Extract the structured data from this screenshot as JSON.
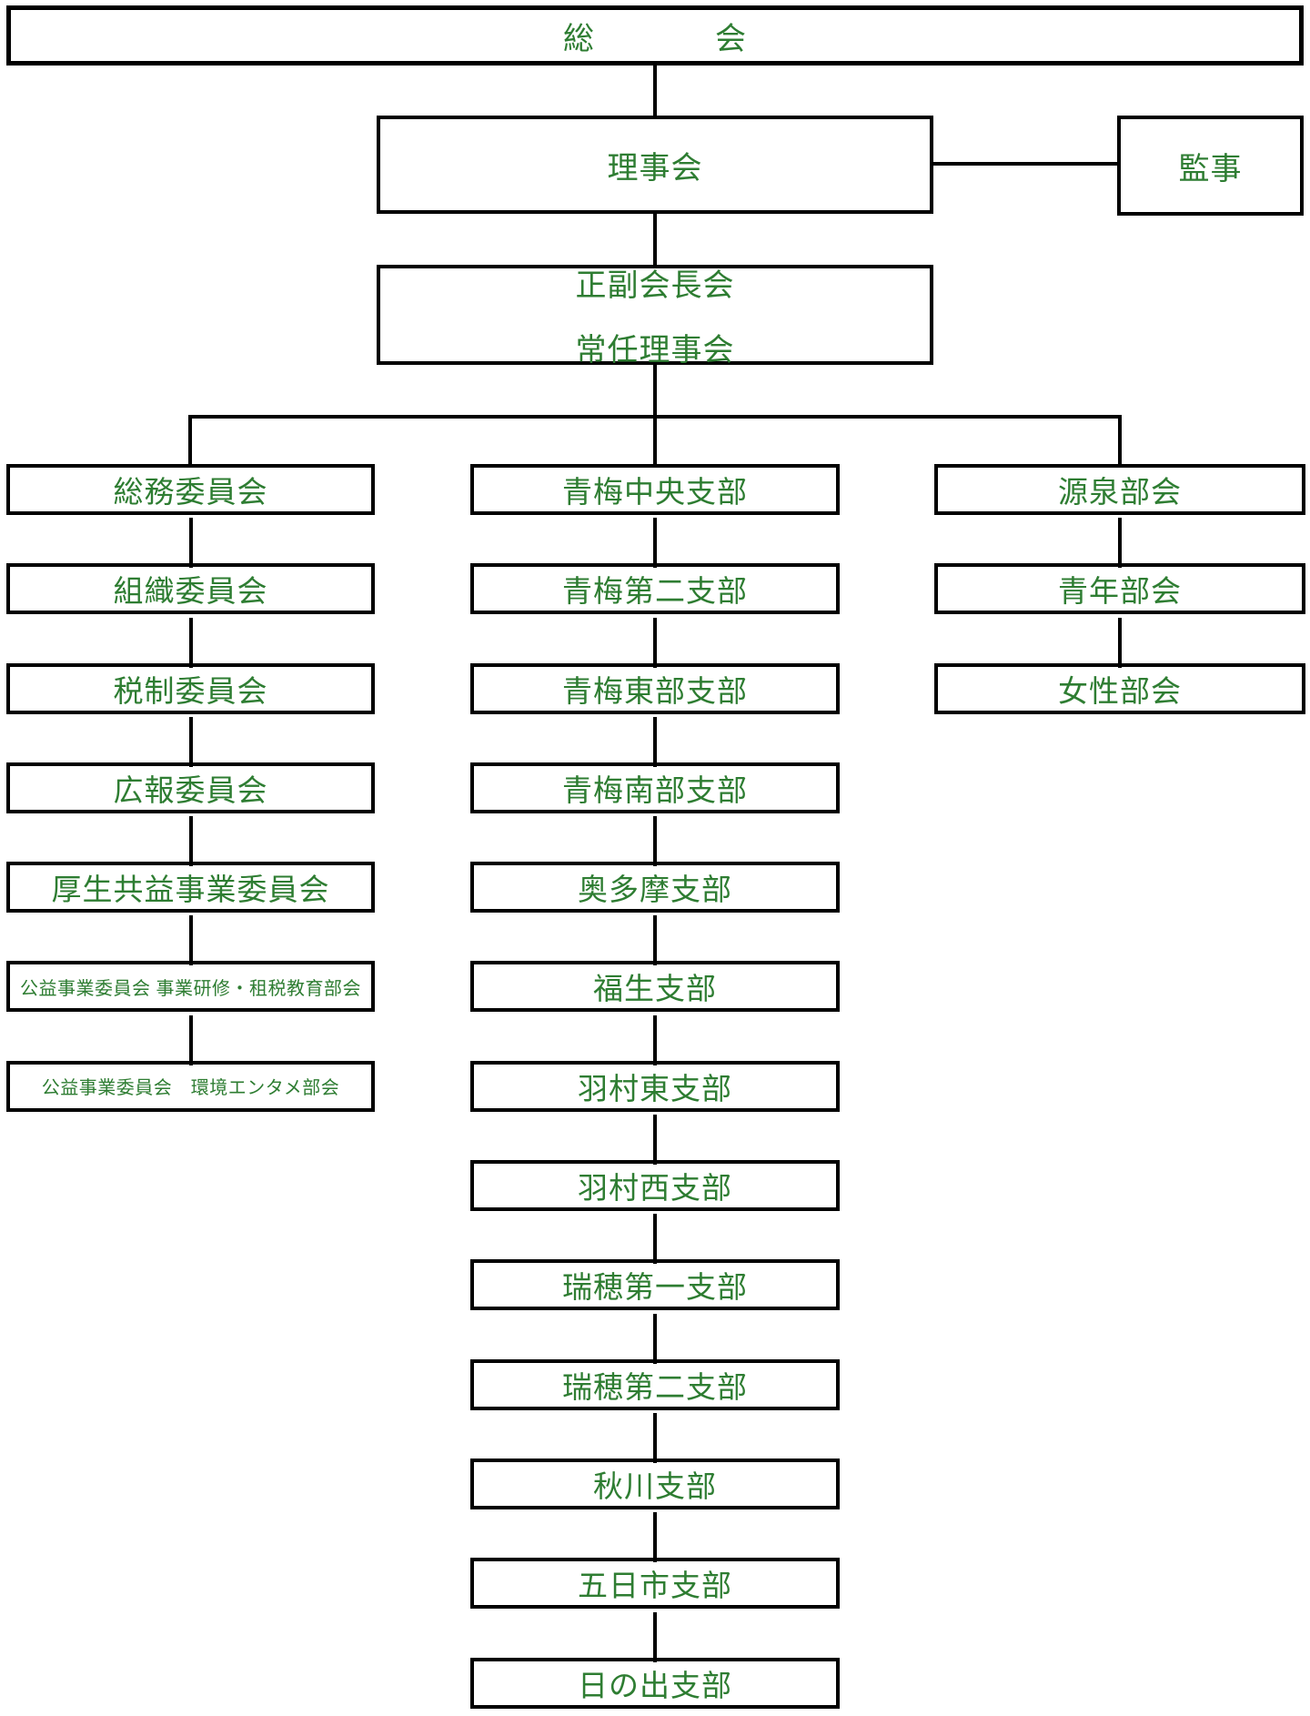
{
  "diagram": {
    "background": "#ffffff",
    "line_color": "#000000",
    "text_color": "#2e7d32",
    "top": {
      "soukai": {
        "name": "総会",
        "char1": "総",
        "char2": "会"
      },
      "rijikai": {
        "label": "理事会"
      },
      "kanji": {
        "label": "監事"
      },
      "seifuku": {
        "line1": "正副会長会",
        "line2": "常任理事会"
      }
    },
    "columns": {
      "left": {
        "items": [
          {
            "label": "総務委員会"
          },
          {
            "label": "組織委員会"
          },
          {
            "label": "税制委員会"
          },
          {
            "label": "広報委員会"
          },
          {
            "label": "厚生共益事業委員会"
          },
          {
            "label": "公益事業委員会 事業研修・租税教育部会",
            "small": true
          },
          {
            "label": "公益事業委員会　環境エンタメ部会",
            "small": true
          }
        ]
      },
      "middle": {
        "items": [
          {
            "label": "青梅中央支部"
          },
          {
            "label": "青梅第二支部"
          },
          {
            "label": "青梅東部支部"
          },
          {
            "label": "青梅南部支部"
          },
          {
            "label": "奥多摩支部"
          },
          {
            "label": "福生支部"
          },
          {
            "label": "羽村東支部"
          },
          {
            "label": "羽村西支部"
          },
          {
            "label": "瑞穂第一支部"
          },
          {
            "label": "瑞穂第二支部"
          },
          {
            "label": "秋川支部"
          },
          {
            "label": "五日市支部"
          },
          {
            "label": "日の出支部"
          }
        ]
      },
      "right": {
        "items": [
          {
            "label": "源泉部会"
          },
          {
            "label": "青年部会"
          },
          {
            "label": "女性部会"
          }
        ]
      }
    }
  }
}
